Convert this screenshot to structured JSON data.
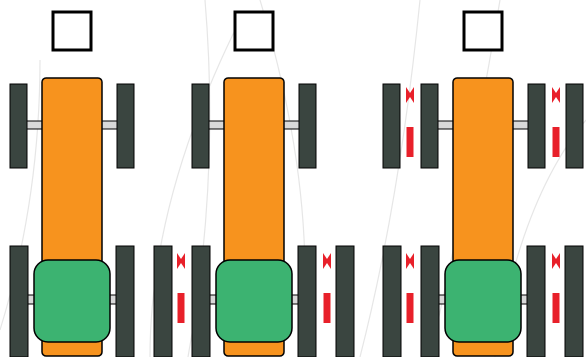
{
  "colors": {
    "background": "#ffffff",
    "decor_lines": "#e6e6e6",
    "tractor_body": "#f7931e",
    "cab": "#3cb371",
    "tire": "#3a4540",
    "axle": "#d9d9d9",
    "outline": "#000000",
    "dual_marker": "#e8202a"
  },
  "icons": {
    "checkbox": "empty-checkbox-icon",
    "tractor": "tractor-top-view-icon",
    "dual_wheel_marker": "dual-wheel-marker-icon"
  },
  "options": [
    {
      "id": "option-1",
      "checked": false,
      "front_dual_wheels": false,
      "rear_dual_wheels": false
    },
    {
      "id": "option-2",
      "checked": false,
      "front_dual_wheels": false,
      "rear_dual_wheels": true
    },
    {
      "id": "option-3",
      "checked": false,
      "front_dual_wheels": true,
      "rear_dual_wheels": true
    }
  ]
}
